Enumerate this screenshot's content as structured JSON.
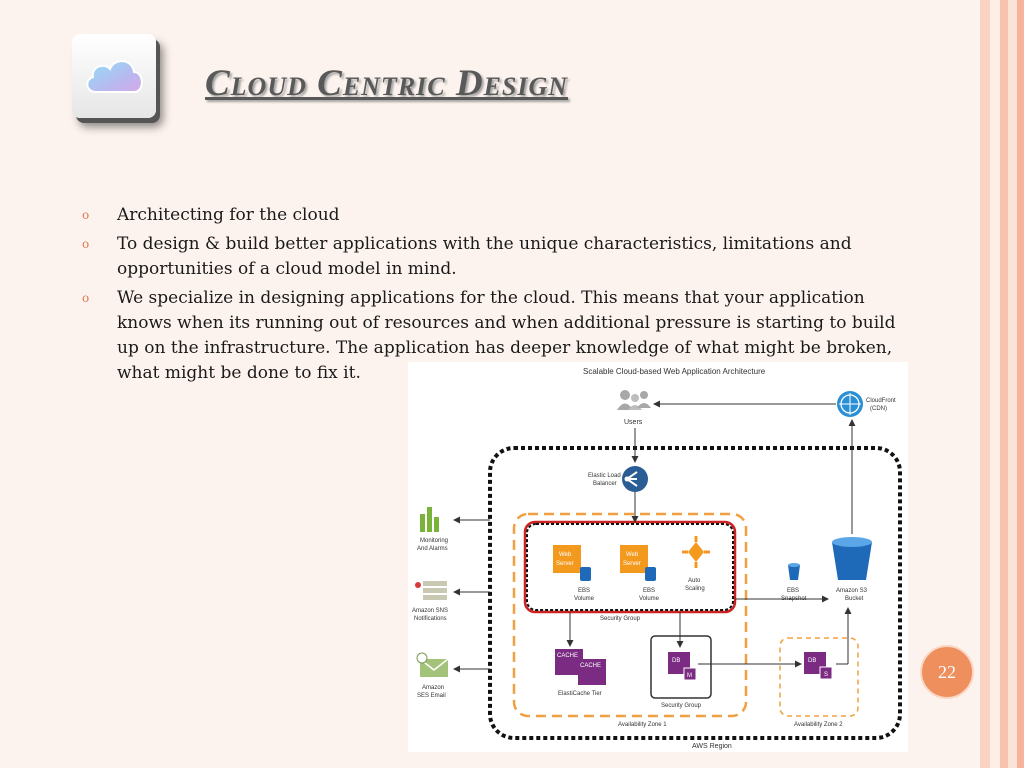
{
  "slide": {
    "title": "Cloud Centric Design",
    "page_number": "22",
    "bullets": [
      {
        "marker": "o",
        "text": "Architecting for the cloud"
      },
      {
        "marker": "o",
        "text": "To design & build better applications with the unique characteristics, limitations and opportunities of a cloud model in mind."
      },
      {
        "marker": "o",
        "text": "We specialize in designing applications for the cloud. This means that your application knows when its running out of resources and when additional pressure is starting to build up on the infrastructure. The application has deeper knowledge of what might be broken, what might be done to fix it."
      }
    ],
    "stripe_colors": [
      "#f5b39a",
      "#fce3d8",
      "#f7c3ae",
      "#fdeee6",
      "#f9d2c2"
    ]
  },
  "diagram": {
    "title": "Scalable Cloud-based Web Application Architecture",
    "users": "Users",
    "cloudfront": [
      "CloudFront",
      "(CDN)"
    ],
    "elb": [
      "Elastic Load",
      "Balancer"
    ],
    "monitoring": [
      "Monitoring",
      "And Alarms"
    ],
    "sns": [
      "Amazon SNS",
      "Notifications"
    ],
    "ses": [
      "Amazon",
      "SES Email"
    ],
    "web_server": [
      "Web",
      "Server"
    ],
    "ebs_volume": [
      "EBS",
      "Volume"
    ],
    "auto_scaling": [
      "Auto",
      "Scaling"
    ],
    "security_group": "Security Group",
    "ebs_snapshot": [
      "EBS",
      "Snapshot"
    ],
    "s3_bucket": [
      "Amazon S3",
      "Bucket"
    ],
    "cache": "CACHE",
    "elasticache": "ElastiCache Tier",
    "db": "DB",
    "db_master": "M",
    "db_slave": "S",
    "security_group_db": "Security Group",
    "az1": "Availability Zone 1",
    "az2": "Availability Zone 2",
    "region": "AWS Region"
  }
}
